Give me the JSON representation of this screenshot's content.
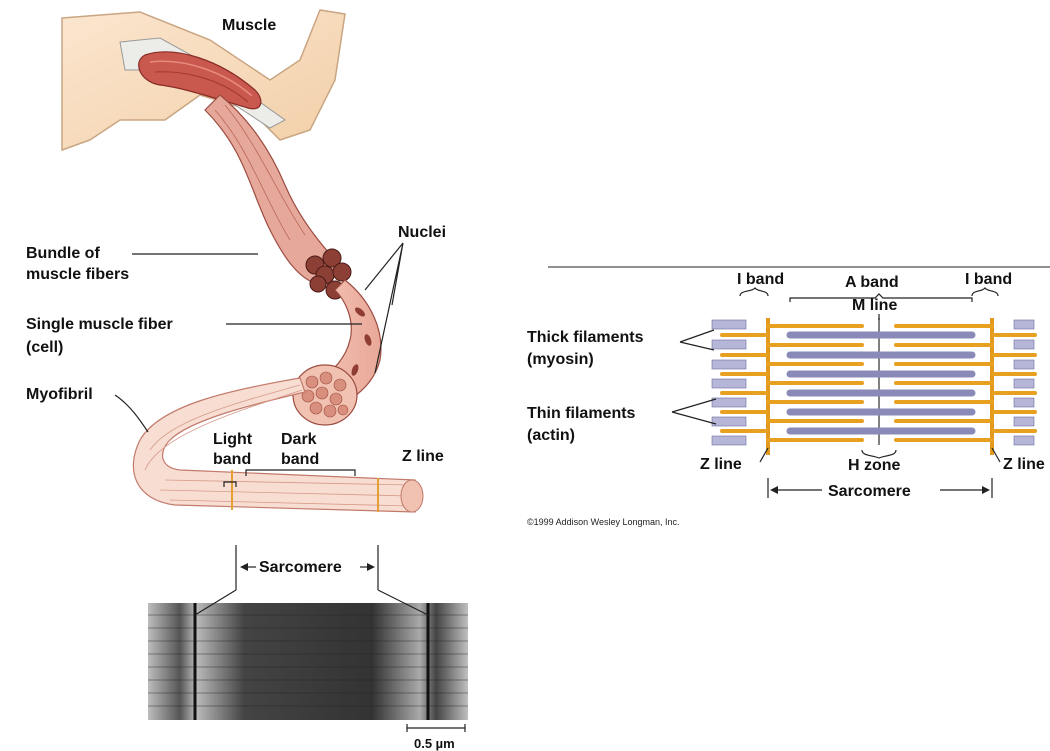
{
  "left_figure": {
    "labels": {
      "muscle": "Muscle",
      "nuclei": "Nuclei",
      "bundle_line1": "Bundle of",
      "bundle_line2": "muscle fibers",
      "single_line1": "Single muscle fiber",
      "single_line2": "(cell)",
      "myofibril": "Myofibril",
      "light_line1": "Light",
      "light_line2": "band",
      "dark_line1": "Dark",
      "dark_line2": "band",
      "z_line": "Z line",
      "sarcomere": "Sarcomere",
      "scale": "0.5 µm"
    }
  },
  "right_figure": {
    "labels": {
      "i_band_left": "I band",
      "a_band": "A band",
      "i_band_right": "I band",
      "m_line": "M line",
      "thick_line1": "Thick filaments",
      "thick_line2": "(myosin)",
      "thin_line1": "Thin filaments",
      "thin_line2": "(actin)",
      "z_line_left": "Z line",
      "h_zone": "H zone",
      "z_line_right": "Z line",
      "sarcomere": "Sarcomere",
      "copyright": "©1999 Addison Wesley Longman, Inc."
    },
    "colors": {
      "actin": "#e8a020",
      "myosin": "#8a8ab8",
      "z_line": "#e39a1c"
    }
  }
}
